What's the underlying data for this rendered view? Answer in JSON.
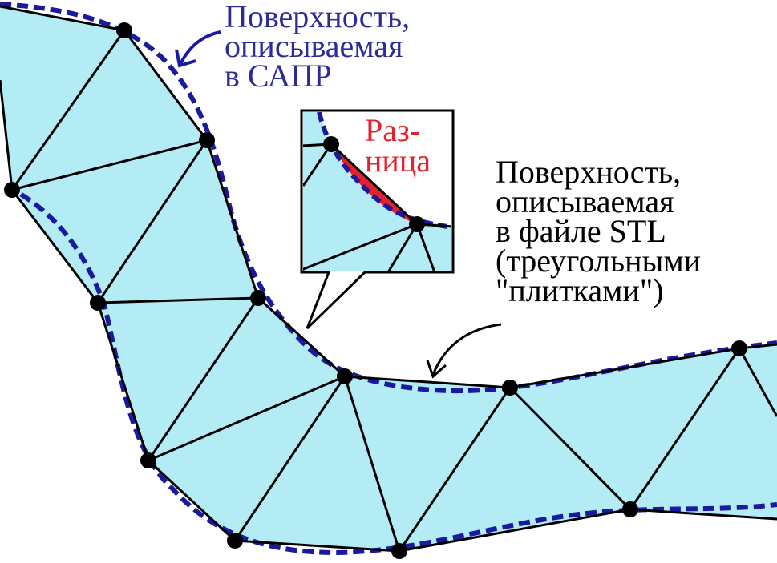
{
  "labels": {
    "cad_surface": [
      "Поверхность,",
      "описываемая",
      "в САПР"
    ],
    "stl_surface": [
      "Поверхность,",
      "описываемая",
      "в файле STL",
      "(треугольными",
      "\"плитками\")"
    ],
    "difference": [
      "Раз-",
      "ница"
    ]
  },
  "colors": {
    "fill": "#b4ecf6",
    "cad_line": "#1a1aa0",
    "difference": "#e8202a",
    "cad_text": "#2b2b9a"
  }
}
